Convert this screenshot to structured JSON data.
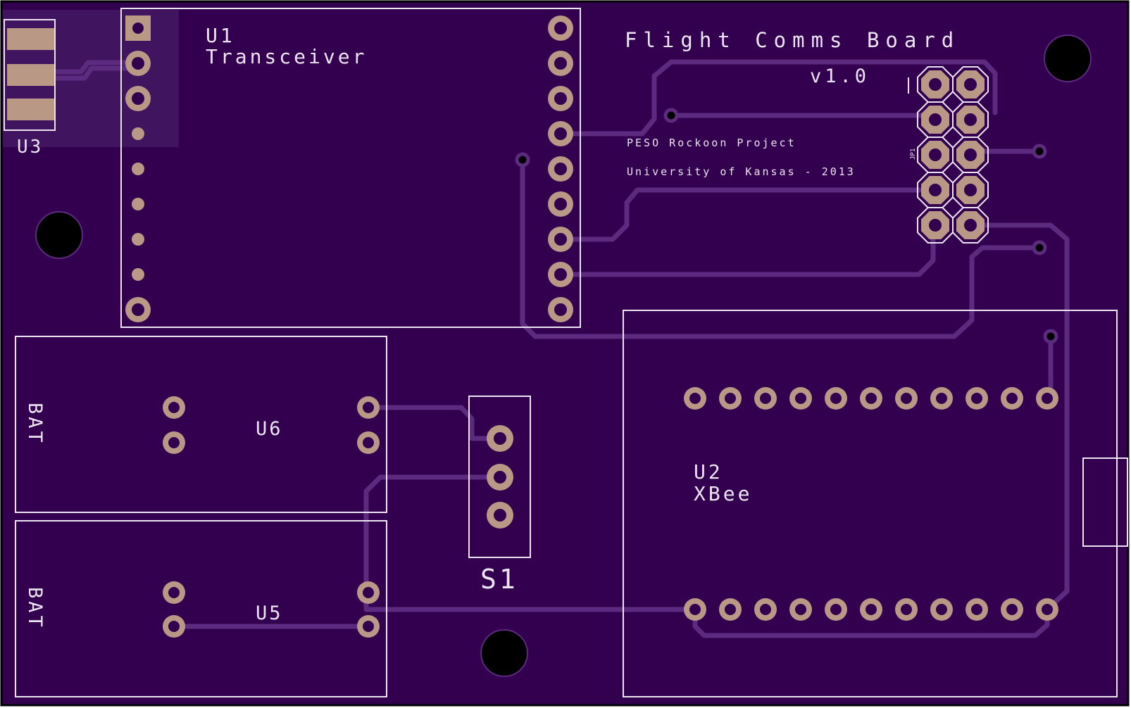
{
  "colors": {
    "board": "#32004f",
    "board_edge": "#000000",
    "trace": "#5c2a7e",
    "pour": "#40145f",
    "silk": "#ece4f0",
    "copper": "#ba9886",
    "hole": "#000000"
  },
  "board": {
    "title": "Flight Comms Board",
    "version": "v1.0",
    "project": "PESO Rockoon Project",
    "org": "University of Kansas - 2013"
  },
  "components": {
    "u1": {
      "ref": "U1",
      "value": "Transceiver"
    },
    "u2": {
      "ref": "U2",
      "value": "XBee"
    },
    "u3": {
      "ref": "U3"
    },
    "u5": {
      "ref": "U5",
      "bat": "BAT"
    },
    "u6": {
      "ref": "U6",
      "bat": "BAT"
    },
    "s1": {
      "ref": "S1"
    },
    "jp1": {
      "ref": "JP1",
      "pin1_mark": "1"
    }
  }
}
